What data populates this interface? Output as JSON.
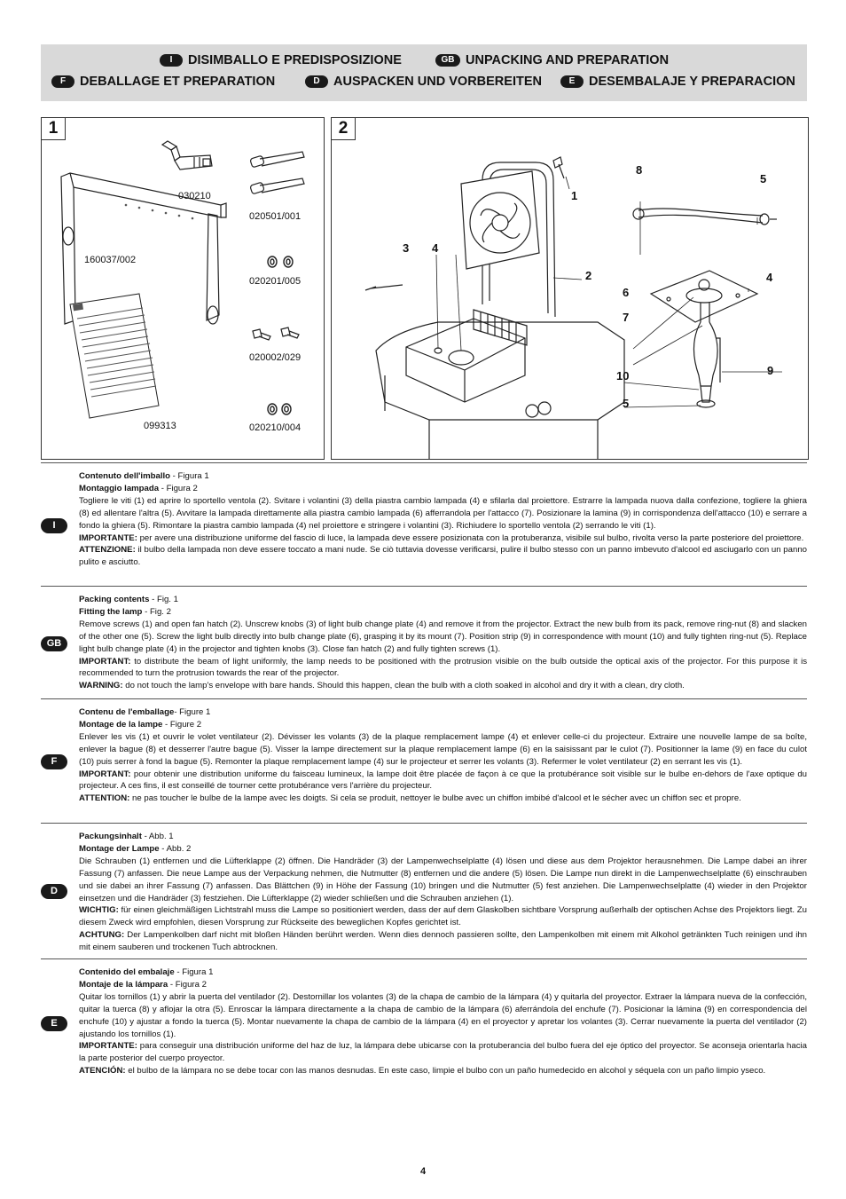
{
  "header": {
    "i": {
      "code": "I",
      "title": "DISIMBALLO E PREDISPOSIZIONE"
    },
    "gb": {
      "code": "GB",
      "title": "UNPACKING AND PREPARATION"
    },
    "f": {
      "code": "F",
      "title": "DEBALLAGE ET PREPARATION"
    },
    "d": {
      "code": "D",
      "title": "AUSPACKEN UND VORBEREITEN"
    },
    "e": {
      "code": "E",
      "title": "DESEMBALAJE Y PREPARACION"
    }
  },
  "figure1": {
    "number": "1",
    "parts": {
      "p030210": "030210",
      "p020501": "020501/001",
      "p160037": "160037/002",
      "p020201": "020201/005",
      "p020002": "020002/029",
      "p099313": "099313",
      "p020210": "020210/004"
    }
  },
  "figure2": {
    "number": "2",
    "callouts": {
      "c1": "1",
      "c2": "2",
      "c3": "3",
      "c4a": "4",
      "c8": "8",
      "c5a": "5",
      "c4b": "4",
      "c6": "6",
      "c7": "7",
      "c9": "9",
      "c10": "10",
      "c5b": "5"
    }
  },
  "sections": [
    {
      "code": "I",
      "contents_title": "Contenuto dell'imballo",
      "contents_ref": " - Figura 1",
      "fit_title": "Montaggio lampada",
      "fit_ref": " - Figura 2",
      "body": "Togliere le viti (1) ed aprire lo sportello ventola (2). Svitare i volantini (3) della piastra cambio lampada (4) e sfilarla dal proiettore. Estrarre la lampada nuova dalla confezione, togliere la ghiera (8) ed allentare l'altra (5). Avvitare la lampada direttamente alla piastra cambio lampada (6) afferrandola per l'attacco (7). Posizionare la lamina (9) in corrispondenza dell'attacco (10) e serrare a fondo la ghiera (5). Rimontare la piastra cambio lampada (4) nel proiettore e stringere i volantini (3). Richiudere lo sportello ventola (2) serrando le viti (1).",
      "imp_label": "IMPORTANTE:",
      "imp_text": " per avere una distribuzione uniforme del fascio di luce, la lampada deve essere posizionata con la protuberanza, visibile sul bulbo, rivolta verso la parte posteriore del proiettore.",
      "warn_label": "ATTENZIONE:",
      "warn_text": " il bulbo della lampada non deve essere toccato a mani nude. Se ciò tuttavia dovesse verificarsi, pulire il bulbo stesso con un panno imbevuto d'alcool ed asciugarlo con un panno pulito e asciutto."
    },
    {
      "code": "GB",
      "contents_title": "Packing contents",
      "contents_ref": " - Fig. 1",
      "fit_title": "Fitting the lamp",
      "fit_ref": " - Fig. 2",
      "body": "Remove screws (1) and open fan hatch (2). Unscrew knobs (3) of light bulb change plate (4) and remove it from the projector. Extract the new bulb from its pack, remove ring-nut (8) and slacken of the other one (5). Screw the light bulb directly into bulb change plate (6), grasping it by its mount (7). Position strip (9) in correspondence with mount (10) and fully tighten ring-nut (5). Replace light bulb change plate (4) in the projector and tighten knobs (3). Close fan hatch (2) and fully tighten screws (1).",
      "imp_label": "IMPORTANT:",
      "imp_text": " to distribute the beam of light uniformly, the lamp needs to be positioned with the protrusion visible on the bulb outside the optical axis of the projector. For this purpose it is recommended to turn the protrusion towards the rear of the projector.",
      "warn_label": "WARNING:",
      "warn_text": " do not touch the lamp's envelope with bare hands. Should this happen, clean the bulb with a cloth soaked in alcohol and dry it with a clean, dry cloth."
    },
    {
      "code": "F",
      "contents_title": "Contenu de l'emballage",
      "contents_ref": "- Figure 1",
      "fit_title": "Montage de la lampe",
      "fit_ref": " - Figure 2",
      "body": "Enlever les vis (1) et ouvrir le volet ventilateur (2). Dévisser les volants (3) de la plaque remplacement lampe (4) et enlever celle-ci du projecteur. Extraire une nouvelle lampe de sa boîte, enlever la bague (8) et desserrer l'autre bague (5). Visser la lampe directement sur la plaque remplacement lampe (6) en la saisissant par le culot (7). Positionner la lame (9) en face du culot (10) puis serrer à fond la bague (5). Remonter la plaque remplacement lampe (4) sur le projecteur et serrer les volants (3). Refermer le volet ventilateur (2) en serrant les vis (1).",
      "imp_label": "IMPORTANT:",
      "imp_text": " pour obtenir une distribution uniforme du faisceau lumineux, la lampe doit être placée de façon à ce que la protubérance soit visible sur le bulbe en-dehors de l'axe optique du projecteur. A ces fins, il est conseillé de tourner cette protubérance vers l'arrière du projecteur.",
      "warn_label": "ATTENTION:",
      "warn_text": " ne pas toucher le bulbe de la lampe avec les doigts. Si cela se produit, nettoyer le bulbe avec un chiffon imbibé d'alcool et le sécher avec un chiffon sec et propre."
    },
    {
      "code": "D",
      "contents_title": "Packungsinhalt",
      "contents_ref": " - Abb. 1",
      "fit_title": "Montage der Lampe",
      "fit_ref": " - Abb. 2",
      "body": "Die Schrauben (1) entfernen und die Lüfterklappe (2) öffnen. Die Handräder (3) der Lampenwechselplatte (4) lösen und diese aus dem Projektor herausnehmen. Die Lampe dabei an ihrer Fassung (7) anfassen. Die neue Lampe aus der Verpackung nehmen, die Nutmutter (8) entfernen und die andere (5) lösen. Die Lampe nun direkt in die Lampenwechselplatte (6) einschrauben und sie dabei an ihrer Fassung (7) anfassen. Das Blättchen (9) in Höhe der Fassung (10) bringen und die Nutmutter (5) fest anziehen. Die Lampenwechselplatte (4) wieder in den Projektor einsetzen und die Handräder (3) festziehen. Die Lüfterklappe (2) wieder schließen und die Schrauben anziehen (1).",
      "imp_label": "WICHTIG:",
      "imp_text": " für einen gleichmäßigen Lichtstrahl muss die Lampe so positioniert werden, dass der auf dem Glaskolben sichtbare Vorsprung außerhalb der optischen Achse des Projektors liegt. Zu diesem Zweck wird empfohlen, diesen Vorsprung zur Rückseite des beweglichen Kopfes gerichtet ist.",
      "warn_label": "ACHTUNG:",
      "warn_text": " Der Lampenkolben darf nicht mit bloßen Händen berührt werden. Wenn dies dennoch passieren sollte, den Lampenkolben mit einem mit Alkohol getränkten Tuch reinigen und ihn mit einem sauberen und trockenen Tuch abtrocknen."
    },
    {
      "code": "E",
      "contents_title": "Contenido del embalaje",
      "contents_ref": " - Figura 1",
      "fit_title": "Montaje de la lámpara",
      "fit_ref": " - Figura 2",
      "body": "Quitar los tornillos (1) y abrir la puerta del ventilador (2). Destornillar los volantes (3) de la chapa de cambio de la lámpara (4) y quitarla del proyector. Extraer la lámpara nueva de la confección, quitar la tuerca (8) y aflojar la otra (5). Enroscar la lámpara directamente a la chapa de cambio de la lámpara (6) aferrándola del enchufe (7). Posicionar la lámina (9) en correspondencia del enchufe (10) y ajustar a fondo la tuerca (5). Montar nuevamente la chapa de cambio de la lámpara (4) en el proyector y apretar los volantes (3). Cerrar nuevamente la puerta del ventilador (2) ajustando los tornillos (1).",
      "imp_label": "IMPORTANTE:",
      "imp_text": " para conseguir una distribución uniforme del haz de luz, la lámpara debe ubicarse con la protuberancia del bulbo fuera del eje óptico del proyector. Se aconseja orientarla hacia la parte posterior del cuerpo proyector.",
      "warn_label": "ATENCIÓN:",
      "warn_text": " el bulbo de la lámpara no se debe tocar con las manos desnudas. En este caso, limpie el bulbo con un paño humedecido en alcohol y séquela con un paño limpio yseco."
    }
  ],
  "page_number": "4"
}
